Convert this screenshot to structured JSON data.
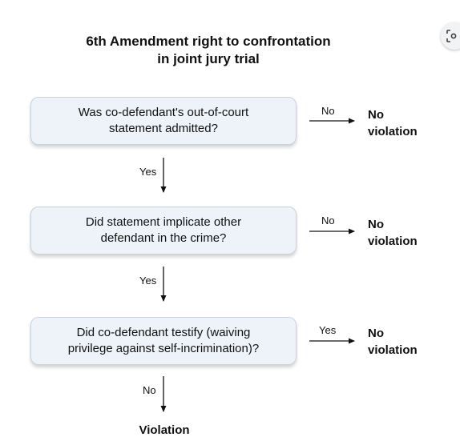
{
  "title": {
    "line1": "6th Amendment right to confrontation",
    "line2": "in joint jury trial"
  },
  "steps": [
    {
      "question_line1": "Was co-defendant's out-of-court",
      "question_line2": "statement admitted?",
      "side_label": "No",
      "outcome_line1": "No",
      "outcome_line2": "violation",
      "down_label": "Yes"
    },
    {
      "question_line1": "Did statement implicate other",
      "question_line2": "defendant in the crime?",
      "side_label": "No",
      "outcome_line1": "No",
      "outcome_line2": "violation",
      "down_label": "Yes"
    },
    {
      "question_line1": "Did co-defendant testify (waiving",
      "question_line2": "privilege against self-incrimination)?",
      "side_label": "Yes",
      "outcome_line1": "No",
      "outcome_line2": "violation",
      "down_label": "No"
    }
  ],
  "final_outcome": "Violation",
  "colors": {
    "box_fill": "#eef3f9",
    "box_border": "#c9d3df",
    "line": "#111111"
  },
  "icons": {
    "corner": "visual-search-icon"
  }
}
